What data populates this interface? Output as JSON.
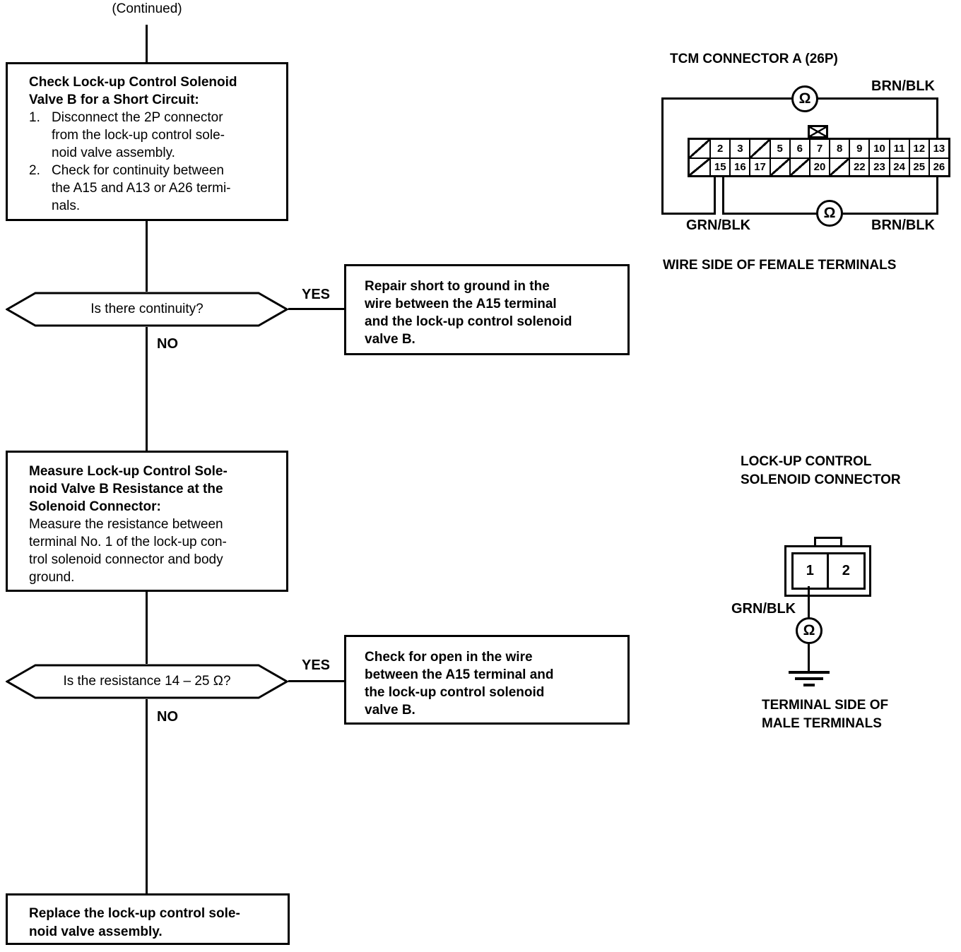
{
  "page": {
    "background": "#ffffff",
    "ink": "#000000"
  },
  "flow": {
    "continued": "(Continued)",
    "check_short_box": {
      "title": [
        "Check Lock-up Control Solenoid",
        "Valve B for a Short Circuit:"
      ],
      "steps": [
        {
          "num": "1.",
          "text": [
            "Disconnect the 2P connector",
            "from the lock-up control sole-",
            "noid valve assembly."
          ]
        },
        {
          "num": "2.",
          "text": [
            "Check for continuity between",
            "the A15 and A13 or A26 termi-",
            "nals."
          ]
        }
      ]
    },
    "decision_continuity": {
      "question": "Is there continuity?",
      "yes": "YES",
      "no": "NO"
    },
    "repair_box": {
      "text": [
        "Repair short to ground in the",
        "wire between the A15 terminal",
        "and the lock-up control solenoid",
        "valve B."
      ]
    },
    "measure_box": {
      "title": [
        "Measure Lock-up Control Sole-",
        "noid Valve B Resistance at the",
        "Solenoid Connector:"
      ],
      "body": [
        "Measure the resistance between",
        "terminal No. 1 of the lock-up con-",
        "trol solenoid connector and body",
        "ground."
      ]
    },
    "decision_resistance": {
      "question": "Is the resistance 14 – 25 Ω?",
      "yes": "YES",
      "no": "NO"
    },
    "open_box": {
      "text": [
        "Check for open in the wire",
        "between the A15 terminal and",
        "the lock-up control solenoid",
        "valve B."
      ]
    },
    "replace_box": {
      "text": [
        "Replace the lock-up control sole-",
        "noid valve assembly."
      ]
    }
  },
  "tcm": {
    "title": "TCM CONNECTOR A (26P)",
    "ohm_symbol": "Ω",
    "wire_top": "BRN/BLK",
    "wire_bottom_left": "GRN/BLK",
    "wire_bottom_right": "BRN/BLK",
    "caption": "WIRE SIDE OF FEMALE TERMINALS",
    "pins_top": [
      "",
      "2",
      "3",
      "",
      "5",
      "6",
      "7",
      "8",
      "9",
      "10",
      "11",
      "12",
      "13"
    ],
    "pins_bottom": [
      "",
      "15",
      "16",
      "17",
      "",
      "",
      "20",
      "",
      "22",
      "23",
      "24",
      "25",
      "26"
    ]
  },
  "solenoid": {
    "title": [
      "LOCK-UP CONTROL",
      "SOLENOID CONNECTOR"
    ],
    "pins": [
      "1",
      "2"
    ],
    "wire_label": "GRN/BLK",
    "ohm_symbol": "Ω",
    "caption": [
      "TERMINAL SIDE OF",
      "MALE TERMINALS"
    ]
  }
}
